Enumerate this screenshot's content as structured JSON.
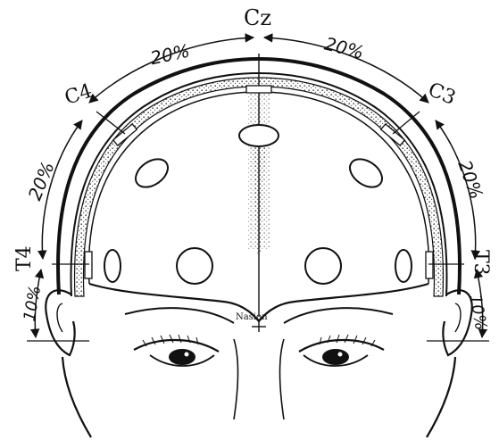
{
  "labels": {
    "cz": "Cz",
    "c4": "C4",
    "c3": "C3",
    "t4": "T4",
    "t3": "T3",
    "nasion": "Nasion"
  },
  "percentages": {
    "top_left": "20%",
    "top_right": "20%",
    "side_left": "20%",
    "side_right": "20%",
    "bottom_left": "10%",
    "bottom_right": "10%"
  },
  "colors": {
    "ink": "#111111",
    "paper": "#ffffff",
    "stipple": "#555555"
  }
}
